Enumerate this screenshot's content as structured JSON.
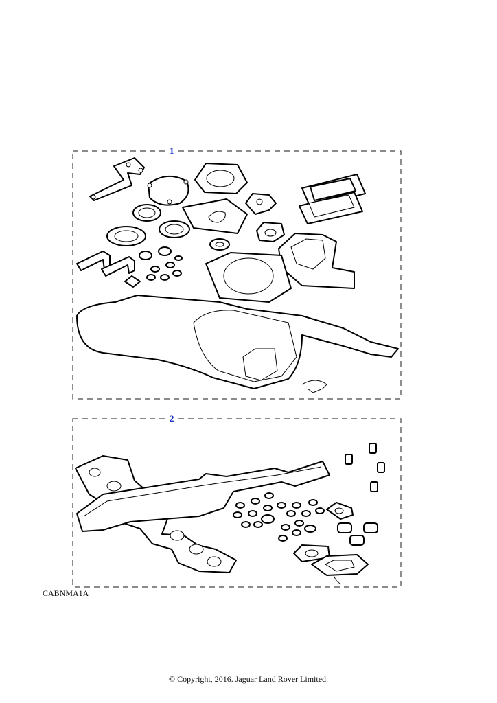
{
  "diagram": {
    "panels": [
      {
        "callout": "1"
      },
      {
        "callout": "2"
      }
    ],
    "drawing_code": "CABNMA1A",
    "copyright": "© Copyright, 2016. Jaguar Land Rover Limited.",
    "callout_color": "#1a35c8"
  }
}
